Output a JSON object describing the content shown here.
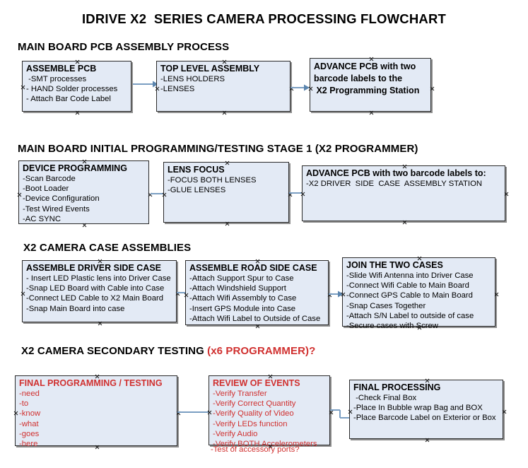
{
  "document": {
    "title": "IDRIVE X2  SERIES CAMERA PROCESSING FLOWCHART"
  },
  "sections": [
    {
      "id": "main-board-pcb-assembly-process",
      "heading": "MAIN BOARD PCB ASSEMBLY PROCESS",
      "heading_suffix": ""
    },
    {
      "id": "main-board-initial-programming",
      "heading": "MAIN BOARD INITIAL PROGRAMMING/TESTING STAGE 1 (X2 PROGRAMMER)",
      "heading_suffix": ""
    },
    {
      "id": "x2-camera-case-assemblies",
      "heading": "X2 CAMERA CASE ASSEMBLIES",
      "heading_suffix": ""
    },
    {
      "id": "x2-camera-secondary-testing",
      "heading": "X2 CAMERA SECONDARY TESTING ",
      "heading_suffix": "(x6 PROGRAMMER)?"
    }
  ],
  "nodes": {
    "assemble_pcb": {
      "title": "ASSEMBLE PCB",
      "lines": [
        " -SMT processes",
        "- HAND Solder processes",
        "- Attach Bar Code Label"
      ]
    },
    "top_level_assembly": {
      "title": "TOP LEVEL ASSEMBLY",
      "lines": [
        "-LENS HOLDERS",
        "-LENSES"
      ]
    },
    "advance_pcb_programming_station": {
      "title_lines": [
        "ADVANCE PCB with two",
        "barcode labels to the",
        " X2 Programming Station"
      ],
      "lines": []
    },
    "device_programming": {
      "title": "DEVICE PROGRAMMING",
      "lines": [
        "-Scan Barcode",
        "-Boot Loader",
        "-Device Configuration",
        "-Test Wired Events",
        "-AC SYNC"
      ]
    },
    "lens_focus": {
      "title": "LENS FOCUS",
      "lines": [
        "-FOCUS BOTH LENSES",
        "-GLUE LENSES"
      ]
    },
    "advance_pcb_driver_side": {
      "title": "ADVANCE PCB with two barcode labels to:",
      "lines": [
        "-X2 DRIVER  SIDE  CASE  ASSEMBLY STATION"
      ]
    },
    "assemble_driver_side_case": {
      "title": "ASSEMBLE DRIVER SIDE CASE",
      "lines": [
        "- Insert LED Plastic lens into Driver Case",
        "-Snap LED Board with Cable into Case",
        "-Connect LED Cable to X2 Main Board",
        "-Snap Main Board into case"
      ]
    },
    "assemble_road_side_case": {
      "title": "ASSEMBLE ROAD SIDE CASE",
      "lines": [
        "-Attach Support Spur to Case",
        "-Attach Windshield Support",
        "-Attach Wifi Assembly to Case",
        "-Insert GPS Module into Case",
        "-Attach Wifi Label to Outside of Case"
      ]
    },
    "join_the_two_cases": {
      "title": "JOIN THE TWO CASES",
      "lines": [
        "-Slide Wifi Antenna into Driver Case",
        "-Connect Wifi Cable to Main Board",
        "-Connect GPS Cable to Main Board",
        "-Snap Cases Together",
        "-Attach S/N Label to outside of case",
        "-Secure cases with Screw"
      ]
    },
    "final_programming_testing": {
      "title": "FINAL PROGRAMMING / TESTING",
      "lines": [
        "-need",
        "-to",
        "-know",
        "-what",
        "-goes",
        "-here"
      ]
    },
    "review_of_events": {
      "title": "REVIEW OF EVENTS",
      "lines": [
        "-Verify Transfer",
        "-Verify Correct Quantity",
        "-Verify Quality of Video",
        "-Verify LEDs function",
        "-Verify Audio",
        "-Verify BOTH Accelerometers"
      ],
      "overflow_line": "-Test of accessory ports?"
    },
    "final_processing": {
      "title": "FINAL PROCESSING",
      "lines": [
        " -Check Final Box",
        "-Place In Bubble wrap Bag and BOX",
        "-Place Barcode Label on Exterior or Box"
      ]
    }
  },
  "colors": {
    "node_fill": "#e3eaf5",
    "node_border": "#2a2a2a",
    "node_shadow": "#8f8f8f",
    "connector": "#7a9ec2",
    "red_text": "#d0302f",
    "text": "#000000",
    "background": "#ffffff"
  }
}
